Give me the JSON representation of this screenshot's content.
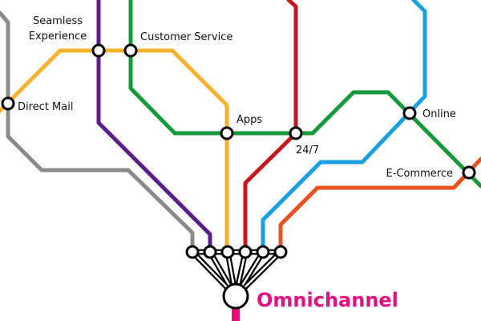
{
  "title": "Omnichannel",
  "stations": {
    "seamless_1": "Seamless",
    "seamless_2": "Experience",
    "customer_service": "Customer Service",
    "direct_mail": "Direct Mail",
    "apps": "Apps",
    "twentyfour_seven": "24/7",
    "online": "Online",
    "ecommerce": "E-Commerce"
  },
  "colors": {
    "gray": "#8a8a8a",
    "purple": "#5b1f8a",
    "yellow": "#f7b12e",
    "green": "#149a3a",
    "red": "#c4161c",
    "blue": "#1aa0e0",
    "orange": "#ec5021",
    "magenta": "#e0117f"
  }
}
